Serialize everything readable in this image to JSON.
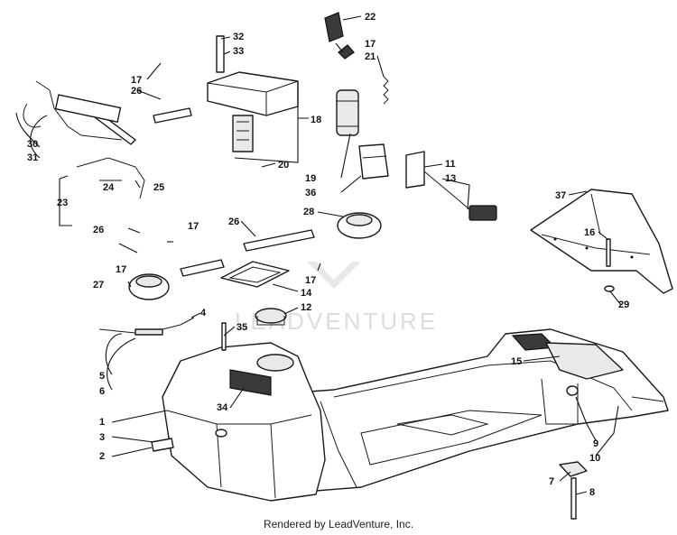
{
  "diagram": {
    "watermark": "LEADVENTURE",
    "footer": "Rendered by LeadVenture, Inc.",
    "callouts": [
      "1",
      "2",
      "3",
      "4",
      "5",
      "6",
      "7",
      "8",
      "9",
      "10",
      "11",
      "12",
      "13",
      "14",
      "15",
      "16",
      "17",
      "17",
      "17",
      "17",
      "17",
      "18",
      "19",
      "20",
      "21",
      "22",
      "23",
      "24",
      "25",
      "26",
      "26",
      "26",
      "27",
      "28",
      "29",
      "30",
      "31",
      "32",
      "33",
      "34",
      "35",
      "36",
      "37"
    ]
  }
}
